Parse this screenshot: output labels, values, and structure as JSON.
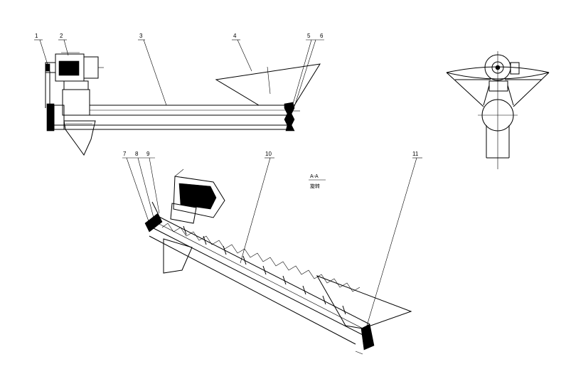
{
  "drawing": {
    "background": "#ffffff",
    "line_color": "#000000",
    "section_view": {
      "title": "A-A",
      "subtitle": "旋转"
    },
    "part_numbers": [
      "1",
      "2",
      "3",
      "4",
      "5",
      "6",
      "7",
      "8",
      "9",
      "10",
      "11"
    ]
  }
}
